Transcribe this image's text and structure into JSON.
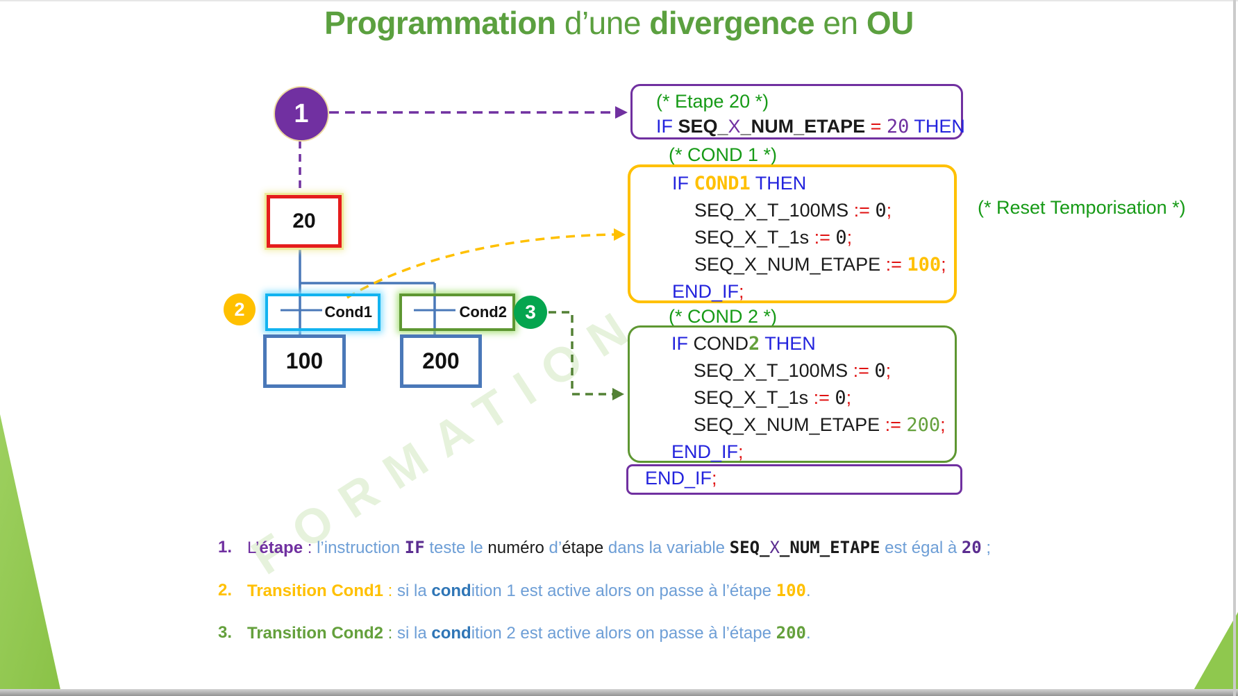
{
  "title": {
    "runs": [
      {
        "t": "Programmation ",
        "s": "bold"
      },
      {
        "t": "d’une ",
        "s": ""
      },
      {
        "t": "divergence ",
        "s": "bold"
      },
      {
        "t": "en ",
        "s": ""
      },
      {
        "t": "OU",
        "s": "bold"
      }
    ]
  },
  "watermark": "FORMATION",
  "diagram": {
    "initial_step_badge": "1",
    "step20_label": "20",
    "transition1_label": "Cond1",
    "transition2_label": "Cond2",
    "badge2": "2",
    "badge3": "3",
    "step100_label": "100",
    "step200_label": "200"
  },
  "code": {
    "etape_box": {
      "line1": [
        {
          "t": "(* Etape 20 *)",
          "s": "c-comment"
        }
      ],
      "line2": [
        {
          "t": "IF ",
          "s": "c-blue"
        },
        {
          "t": "SEQ_",
          "s": "c-black bold"
        },
        {
          "t": "X",
          "s": "c-purple"
        },
        {
          "t": "_NUM_ETAPE",
          "s": "c-black bold"
        },
        {
          "t": " = ",
          "s": "c-red"
        },
        {
          "t": "20",
          "s": "c-purple mono"
        },
        {
          "t": " THEN",
          "s": "c-blue"
        }
      ]
    },
    "cond1_comment": [
      {
        "t": "(* COND 1 *)",
        "s": "c-comment"
      }
    ],
    "cond1_box": {
      "line1": [
        {
          "t": "IF ",
          "s": "c-blue"
        },
        {
          "t": "COND1",
          "s": "c-gold bold mono"
        },
        {
          "t": " THEN",
          "s": "c-blue"
        }
      ],
      "line2": [
        {
          "t": "SEQ_X_T_100MS ",
          "s": "c-black"
        },
        {
          "t": ":= ",
          "s": "c-red"
        },
        {
          "t": "0",
          "s": "c-black mono"
        },
        {
          "t": ";",
          "s": "c-red"
        }
      ],
      "line3": [
        {
          "t": "SEQ_X_T_1s ",
          "s": "c-black"
        },
        {
          "t": ":= ",
          "s": "c-red"
        },
        {
          "t": "0",
          "s": "c-black mono"
        },
        {
          "t": ";",
          "s": "c-red"
        }
      ],
      "line4": [
        {
          "t": "SEQ_X_NUM_ETAPE ",
          "s": "c-black"
        },
        {
          "t": ":= ",
          "s": "c-red"
        },
        {
          "t": "100",
          "s": "c-gold bold mono"
        },
        {
          "t": ";",
          "s": "c-red"
        }
      ],
      "line5": [
        {
          "t": "END_IF",
          "s": "c-blue"
        },
        {
          "t": ";",
          "s": "c-red"
        }
      ]
    },
    "reset_comment": [
      {
        "t": "(* Reset Temporisation *)",
        "s": "c-comment"
      }
    ],
    "cond2_comment": [
      {
        "t": "(* COND 2 *)",
        "s": "c-comment"
      }
    ],
    "cond2_box": {
      "line1": [
        {
          "t": "IF ",
          "s": "c-blue"
        },
        {
          "t": "COND",
          "s": "c-black"
        },
        {
          "t": "2",
          "s": "c-green bold mono"
        },
        {
          "t": " THEN",
          "s": "c-blue"
        }
      ],
      "line2": [
        {
          "t": "SEQ_X_T_100MS ",
          "s": "c-black"
        },
        {
          "t": ":= ",
          "s": "c-red"
        },
        {
          "t": "0",
          "s": "c-black mono"
        },
        {
          "t": ";",
          "s": "c-red"
        }
      ],
      "line3": [
        {
          "t": "SEQ_X_T_1s ",
          "s": "c-black"
        },
        {
          "t": ":= ",
          "s": "c-red"
        },
        {
          "t": "0",
          "s": "c-black mono"
        },
        {
          "t": ";",
          "s": "c-red"
        }
      ],
      "line4": [
        {
          "t": "SEQ_X_NUM_ETAPE ",
          "s": "c-black"
        },
        {
          "t": ":= ",
          "s": "c-red"
        },
        {
          "t": "200",
          "s": "c-green mono"
        },
        {
          "t": ";",
          "s": "c-red"
        }
      ],
      "line5": [
        {
          "t": "END_IF",
          "s": "c-blue"
        },
        {
          "t": ";",
          "s": "c-red"
        }
      ]
    },
    "endif_box": [
      {
        "t": "END_IF",
        "s": "c-blue"
      },
      {
        "t": ";",
        "s": "c-red"
      }
    ]
  },
  "notes": [
    {
      "num": [
        {
          "t": "1.",
          "s": "c-purple"
        }
      ],
      "runs": [
        {
          "t": "L’",
          "s": "c-purple"
        },
        {
          "t": "étape",
          "s": "c-purple bold"
        },
        {
          "t": " : ",
          "s": "c-purple"
        },
        {
          "t": "l’instruction ",
          "s": "c-lblue"
        },
        {
          "t": "IF",
          "s": "c-dpurple bold mono"
        },
        {
          "t": " teste le ",
          "s": "c-lblue"
        },
        {
          "t": "numéro ",
          "s": "c-black"
        },
        {
          "t": "d’",
          "s": "c-lblue"
        },
        {
          "t": "étape ",
          "s": "c-black"
        },
        {
          "t": "dans la variable ",
          "s": "c-lblue"
        },
        {
          "t": "SEQ_",
          "s": "c-black bold mono"
        },
        {
          "t": "X",
          "s": "c-dpurple mono"
        },
        {
          "t": "_NUM_ETAPE",
          "s": "c-black bold mono"
        },
        {
          "t": " est égal à ",
          "s": "c-lblue"
        },
        {
          "t": "20",
          "s": "c-dpurple bold mono"
        },
        {
          "t": " ;",
          "s": "c-lblue"
        }
      ]
    },
    {
      "num": [
        {
          "t": "2.",
          "s": "c-gold"
        }
      ],
      "runs": [
        {
          "t": "Transition Cond1",
          "s": "c-gold bold"
        },
        {
          "t": " : ",
          "s": "c-gold"
        },
        {
          "t": "si la ",
          "s": "c-lblue"
        },
        {
          "t": "cond",
          "s": "c-sblue bold"
        },
        {
          "t": "ition 1 est active alors on passe à l’étape ",
          "s": "c-lblue"
        },
        {
          "t": "100",
          "s": "c-gold bold mono"
        },
        {
          "t": ".",
          "s": "c-lblue"
        }
      ]
    },
    {
      "num": [
        {
          "t": "3.",
          "s": "c-green"
        }
      ],
      "runs": [
        {
          "t": "Transition Cond2",
          "s": "c-green bold"
        },
        {
          "t": " : ",
          "s": "c-green"
        },
        {
          "t": "si la ",
          "s": "c-lblue"
        },
        {
          "t": "cond",
          "s": "c-sblue bold"
        },
        {
          "t": "ition 2 est active alors on passe à l’étape ",
          "s": "c-lblue"
        },
        {
          "t": "200",
          "s": "c-green bold mono"
        },
        {
          "t": ".",
          "s": "c-lblue"
        }
      ]
    }
  ],
  "colors": {
    "title_green": "#5ba03f",
    "comment_green": "#169a16",
    "keyword_blue": "#2323dd",
    "operator_red": "#e01212",
    "purple": "#7030a0",
    "gold": "#ffc000",
    "branch_green": "#5e9732",
    "badge3_green": "#05a54f",
    "cyan_transition": "#12b3f0",
    "step_border_blue": "#4a78b8",
    "step20_border_red": "#e51c1c",
    "note_light_blue": "#6d9ed6",
    "deco_green": "#8fc84e"
  }
}
